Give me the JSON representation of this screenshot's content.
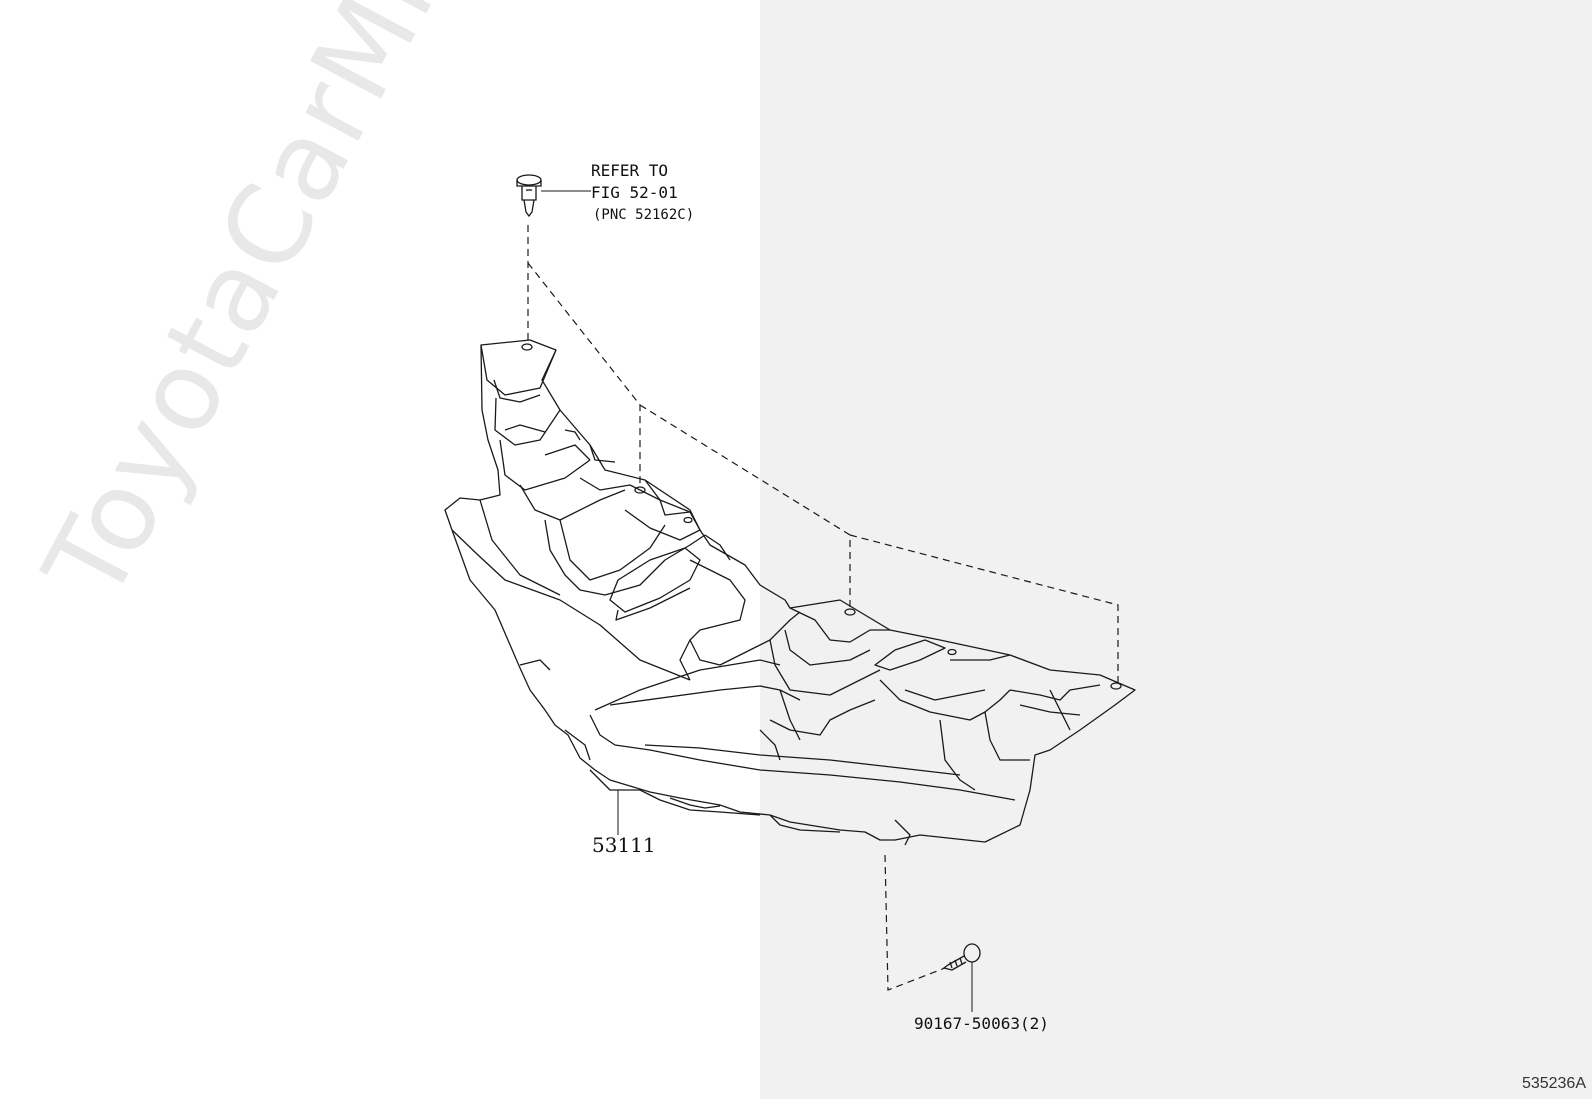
{
  "watermark": "ToyotaCarMine.ru",
  "callouts": {
    "clip_reference": {
      "line1": "REFER TO",
      "line2": "FIG 52-01",
      "line3": "(PNC 52162C)"
    },
    "main_part_number": "53111",
    "bolt_part_number": "90167-50063(2)"
  },
  "figure_id": "535236A",
  "colors": {
    "line": "#1a1a1a",
    "right_background": "#f1f1f1",
    "watermark": "#e8e8e8"
  }
}
